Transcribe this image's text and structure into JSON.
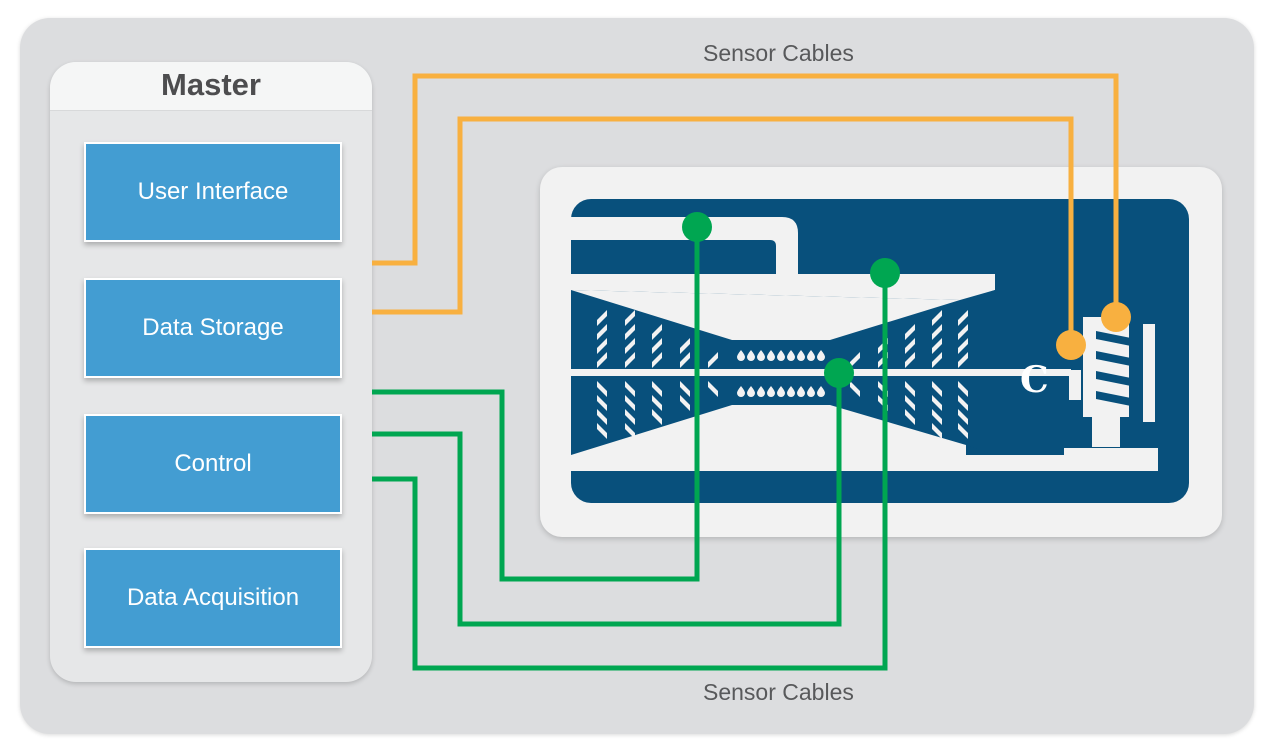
{
  "master": {
    "title": "Master",
    "modules": [
      {
        "label": "User Interface"
      },
      {
        "label": "Data Storage"
      },
      {
        "label": "Control"
      },
      {
        "label": "Data Acquisition"
      }
    ]
  },
  "labels": {
    "top_cables": "Sensor Cables",
    "bottom_cables": "Sensor Cables"
  },
  "colors": {
    "background": "#dcdddf",
    "module_blue": "#439dd2",
    "turbine_navy": "#08507c",
    "orange_cable": "#f8b040",
    "green_cable": "#00a651"
  }
}
